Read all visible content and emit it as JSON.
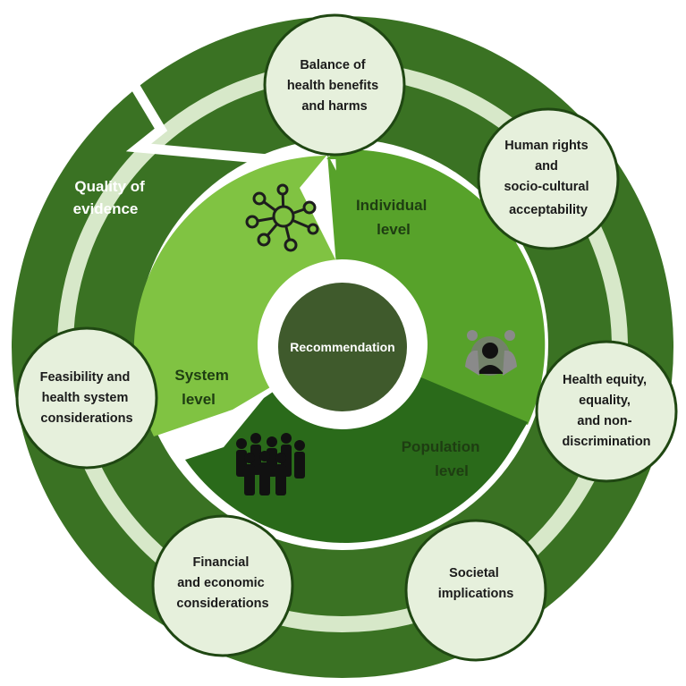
{
  "center": {
    "label": "Recommendation"
  },
  "quality": {
    "lines": [
      "Quality of",
      "evidence"
    ]
  },
  "levels": {
    "individual": {
      "lines": [
        "Individual",
        "level"
      ]
    },
    "system": {
      "lines": [
        "System",
        "level"
      ]
    },
    "population": {
      "lines": [
        "Population",
        "level"
      ]
    }
  },
  "criteria": [
    {
      "lines": [
        "Balance of",
        "health benefits",
        "and harms"
      ]
    },
    {
      "lines": [
        "Human rights",
        "and",
        "socio-cultural",
        "acceptability"
      ]
    },
    {
      "lines": [
        "Health equity,",
        "equality,",
        "and non-",
        "discrimination"
      ]
    },
    {
      "lines": [
        "Societal",
        "implications"
      ]
    },
    {
      "lines": [
        "Financial",
        "and economic",
        "considerations"
      ]
    },
    {
      "lines": [
        "Feasibility and",
        "health system",
        "considerations"
      ]
    }
  ],
  "icons": {
    "system": "network-icon",
    "individual": "person-icon",
    "population": "crowd-icon"
  },
  "colors": {
    "outer_ring": "#3a7223",
    "light_band": "#d7e8c9",
    "individual": "#57a22a",
    "system": "#80c342",
    "population": "#2a6a1a",
    "center": "#3f5a2c",
    "circle_fill": "#e6f0dc"
  }
}
